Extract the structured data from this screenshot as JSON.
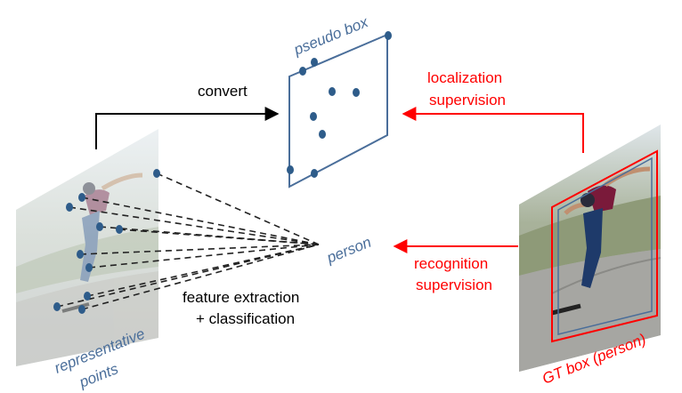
{
  "labels": {
    "convert": "convert",
    "pseudo_box": "pseudo box",
    "localization_line1": "localization",
    "localization_line2": "supervision",
    "person": "person",
    "recognition_line1": "recognition",
    "recognition_line2": "supervision",
    "feature_line1": "feature extraction",
    "feature_line2": "+ classification",
    "representative_line1": "representative",
    "representative_line2": "points",
    "gt_box": "GT box (person)"
  },
  "colors": {
    "points_blue": "#2e5c8a",
    "box_blue": "#4a6e9a",
    "supervision_red": "#ff0000",
    "arrow_black": "#000000"
  }
}
